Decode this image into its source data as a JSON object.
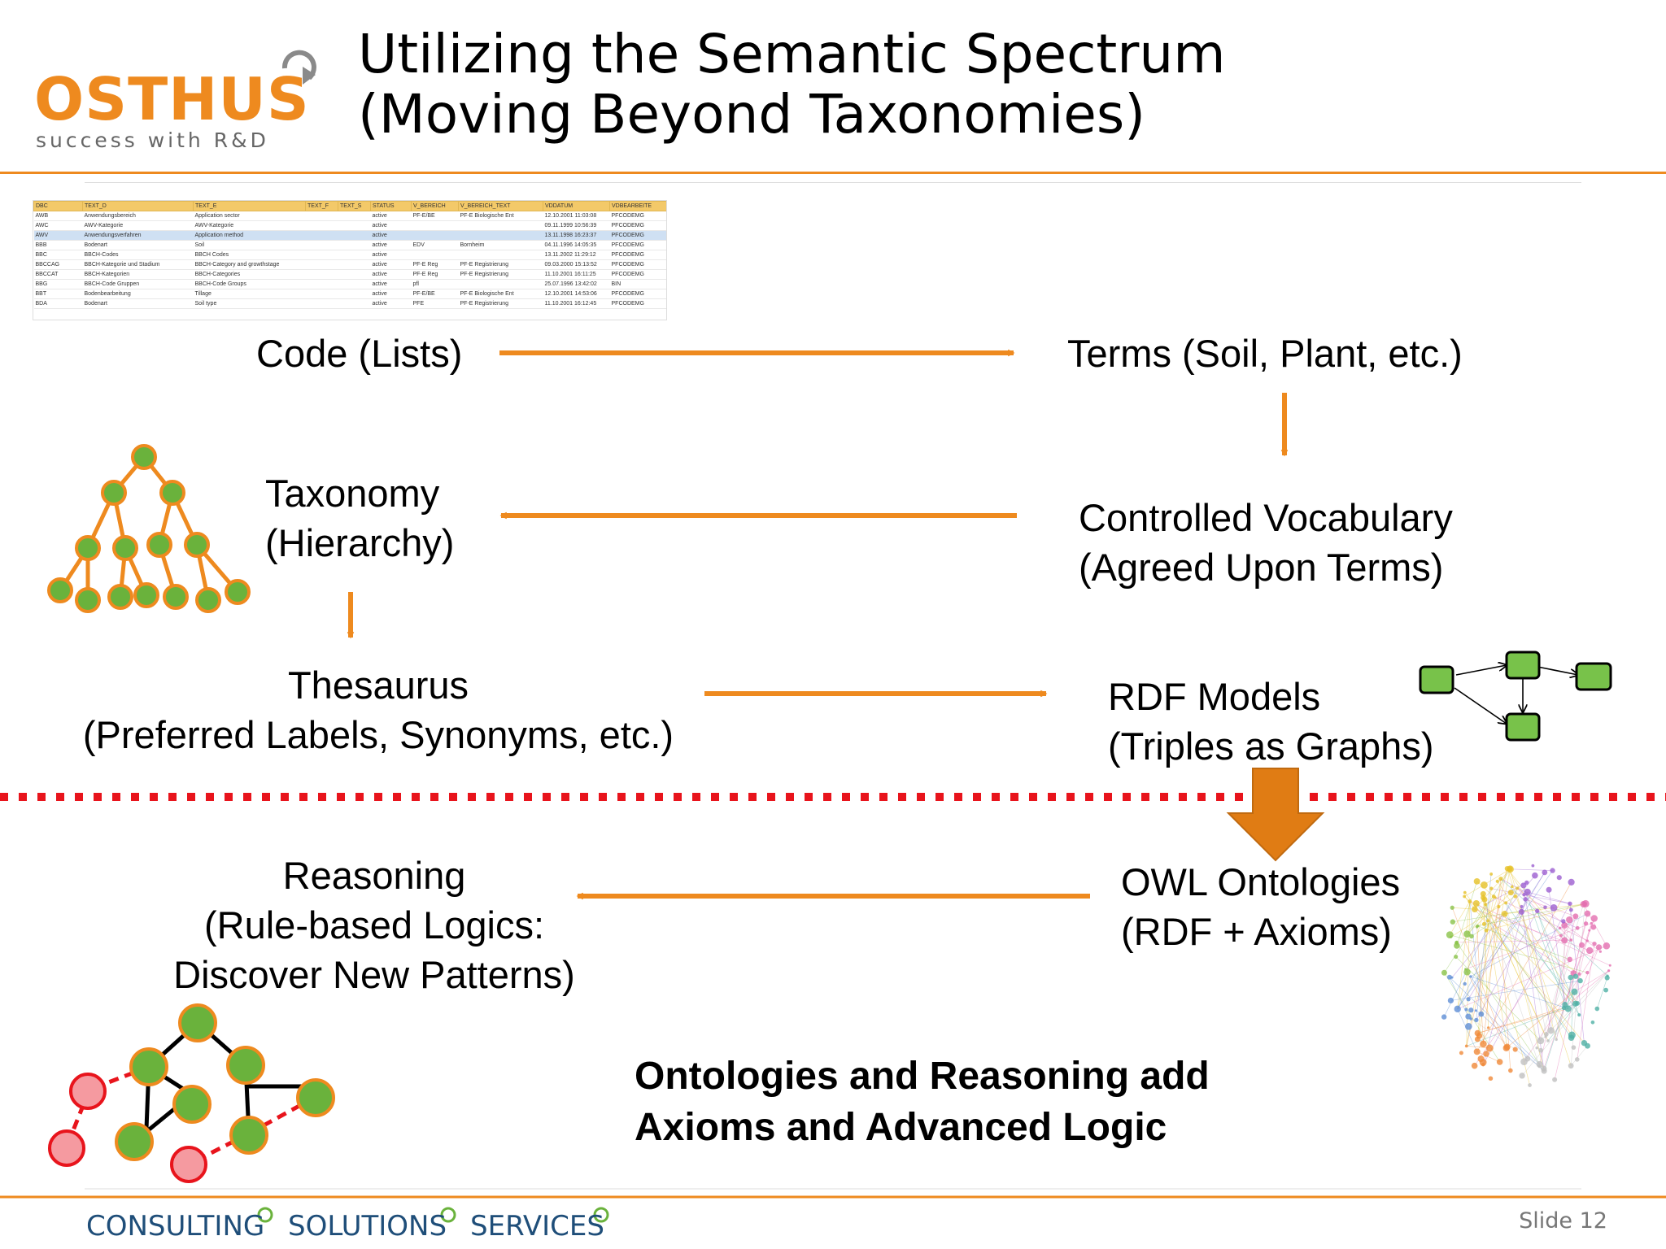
{
  "title": {
    "line1": "Utilizing the Semantic Spectrum",
    "line2": "(Moving Beyond Taxonomies)"
  },
  "logo": {
    "name": "OSTHUS",
    "tagline": "success with R&D"
  },
  "code_table": {
    "headers": [
      "DBC",
      "TEXT_D",
      "TEXT_E",
      "TEXT_F",
      "TEXT_S",
      "STATUS",
      "V_BEREICH",
      "V_BEREICH_TEXT",
      "VDDATUM",
      "VDBEARBEITE"
    ],
    "rows": [
      [
        "AWB",
        "Anwendungsbereich",
        "Application sector",
        "",
        "",
        "active",
        "PF-E/BE",
        "PF-E Biologische Ent",
        "12.10.2001 11:03:08",
        "PFCODEMG"
      ],
      [
        "AWC",
        "AWV-Kategorie",
        "AWV-Kategorie",
        "",
        "",
        "active",
        "",
        "",
        "09.11.1999 10:56:39",
        "PFCODEMG"
      ],
      [
        "AWV",
        "Anwendungsverfahren",
        "Application method",
        "",
        "",
        "active",
        "",
        "",
        "13.11.1998 16:23:37",
        "PFCODEMG"
      ],
      [
        "BBB",
        "Bodenart",
        "Soil",
        "",
        "",
        "active",
        "EDV",
        "Bornheim",
        "04.11.1996 14:05:35",
        "PFCODEMG"
      ],
      [
        "BBC",
        "BBCH-Codes",
        "BBCH Codes",
        "",
        "",
        "active",
        "",
        "",
        "13.11.2002 11:29:12",
        "PFCODEMG"
      ],
      [
        "BBCCAG",
        "BBCH-Kategorie und Stadium",
        "BBCH-Category and growthstage",
        "",
        "",
        "active",
        "PF-E Reg",
        "PF-E Registrierung",
        "09.03.2000 15:13:52",
        "PFCODEMG"
      ],
      [
        "BBCCAT",
        "BBCH-Kategorien",
        "BBCH-Categories",
        "",
        "",
        "active",
        "PF-E Reg",
        "PF-E Registrierung",
        "11.10.2001 16:11:25",
        "PFCODEMG"
      ],
      [
        "BBG",
        "BBCH-Code Gruppen",
        "BBCH-Code Groups",
        "",
        "",
        "active",
        "pfl",
        "",
        "25.07.1996 13:42:02",
        "BIN"
      ],
      [
        "BBT",
        "Bodenbearbeitung",
        "Tillage",
        "",
        "",
        "active",
        "PF-E/BE",
        "PF-E Biologische Ent",
        "12.10.2001 14:53:06",
        "PFCODEMG"
      ],
      [
        "BDA",
        "Bodenart",
        "Soil type",
        "",
        "",
        "active",
        "PFE",
        "PF-E Registrierung",
        "11.10.2001 16:12:45",
        "PFCODEMG"
      ]
    ]
  },
  "nodes": {
    "code": {
      "line1": "Code (Lists)"
    },
    "terms": {
      "line1": "Terms (Soil, Plant, etc.)"
    },
    "controlled_vocab": {
      "line1": "Controlled Vocabulary",
      "line2": "(Agreed Upon Terms)"
    },
    "taxonomy": {
      "line1": "Taxonomy",
      "line2": "(Hierarchy)"
    },
    "thesaurus": {
      "line1": "Thesaurus",
      "line2": "(Preferred Labels, Synonyms, etc.)"
    },
    "rdf": {
      "line1": "RDF Models",
      "line2": "(Triples as Graphs)"
    },
    "owl": {
      "line1": "OWL Ontologies",
      "line2": "(RDF + Axioms)"
    },
    "reasoning": {
      "line1": "Reasoning",
      "line2": "(Rule-based Logics:",
      "line3": "Discover New Patterns)"
    }
  },
  "note": {
    "line1": "Ontologies and Reasoning add",
    "line2": "Axioms and Advanced Logic"
  },
  "footer": {
    "item1": "CONSULTING",
    "item2": "SOLUTIONS",
    "item3": "SERVICES",
    "slide": "Slide 12"
  },
  "colors": {
    "accent": "#ee8a1f",
    "node_green": "#6ab23c",
    "node_red": "#f59aa0",
    "divider_red": "#e8141c",
    "footer_blue": "#1f4e79"
  }
}
